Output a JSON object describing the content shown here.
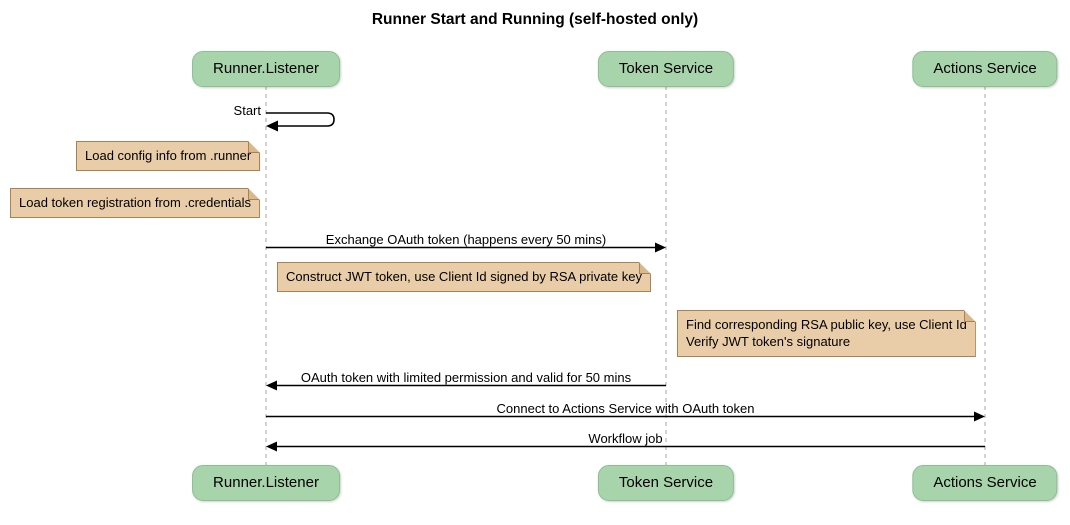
{
  "title": "Runner Start and Running (self-hosted only)",
  "participants": {
    "runner": "Runner.Listener",
    "token": "Token Service",
    "actions": "Actions Service"
  },
  "messages": {
    "start": "Start",
    "exchange": "Exchange OAuth token (happens every 50 mins)",
    "oauth_return": "OAuth token with limited permission and valid for 50 mins",
    "connect": "Connect to Actions Service with OAuth token",
    "workflow": "Workflow job"
  },
  "notes": {
    "load_config": "Load config info from .runner",
    "load_token": "Load token registration from .credentials",
    "construct_jwt": "Construct JWT token, use Client Id signed by RSA private key",
    "find_rsa_line1": "Find corresponding RSA public key, use Client Id",
    "find_rsa_line2": "Verify JWT token's signature"
  },
  "colors": {
    "participant_fill": "#a8d4ac",
    "participant_border": "#8cbe94",
    "note_fill": "#e9cda9",
    "note_border": "#aa8251",
    "note_fold": "#d8b88d",
    "lifeline": "#a6a6a6",
    "arrow": "#000000"
  }
}
